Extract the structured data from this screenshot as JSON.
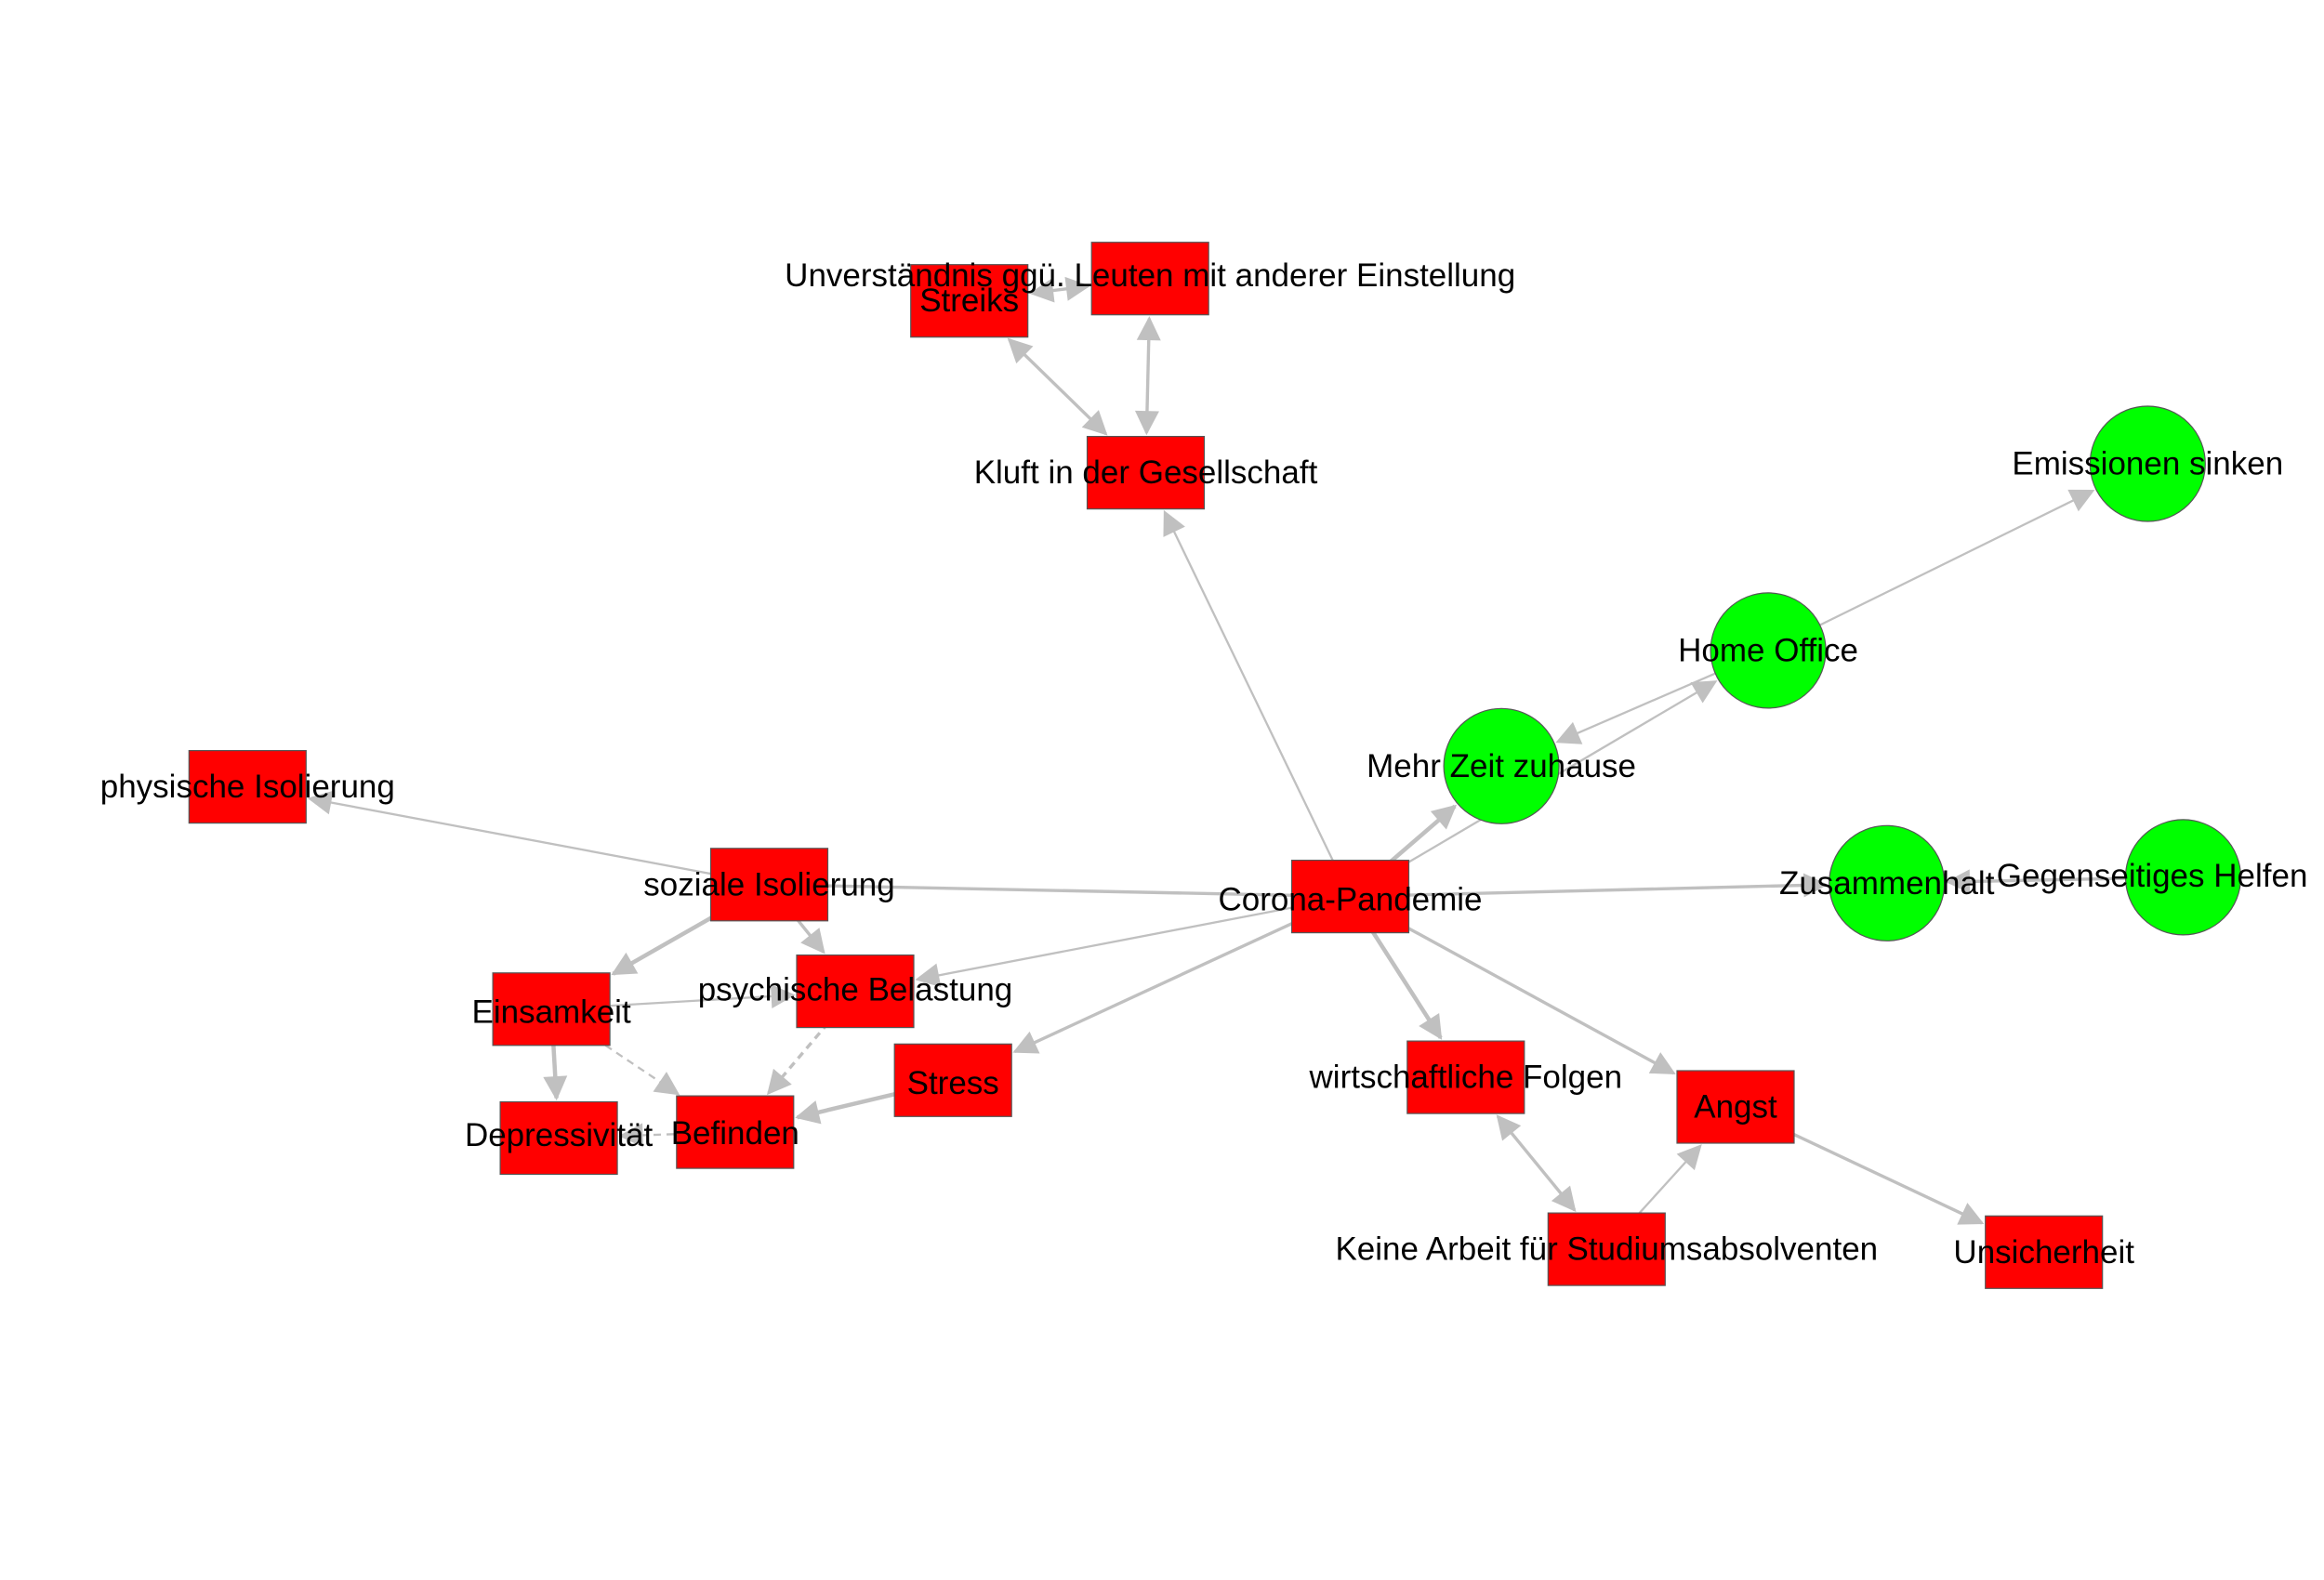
{
  "colors": {
    "negative": "#ff0000",
    "positive": "#00ff00",
    "edge": "#c0c0c0",
    "label": "#000000"
  },
  "nodes": [
    {
      "id": "corona",
      "label": "Corona-Pandemie",
      "shape": "square",
      "valence": "negative"
    },
    {
      "id": "kluft",
      "label": "Kluft in der Gesellschaft",
      "shape": "square",
      "valence": "negative"
    },
    {
      "id": "streiks",
      "label": "Streiks",
      "shape": "square",
      "valence": "negative"
    },
    {
      "id": "unverst",
      "label": "Unverständnis ggü. Leuten mit anderer Einstellung",
      "shape": "square",
      "valence": "negative"
    },
    {
      "id": "emissionen",
      "label": "Emissionen sinken",
      "shape": "circle",
      "valence": "positive"
    },
    {
      "id": "homeoffice",
      "label": "Home Office",
      "shape": "circle",
      "valence": "positive"
    },
    {
      "id": "mehrzeit",
      "label": "Mehr Zeit zuhause",
      "shape": "circle",
      "valence": "positive"
    },
    {
      "id": "zusammenhalt",
      "label": "Zusammenhalt",
      "shape": "circle",
      "valence": "positive"
    },
    {
      "id": "gegenseitig",
      "label": "Gegenseitiges Helfen",
      "shape": "circle",
      "valence": "positive"
    },
    {
      "id": "physisch",
      "label": "physische Isolierung",
      "shape": "square",
      "valence": "negative"
    },
    {
      "id": "sozial",
      "label": "soziale Isolierung",
      "shape": "square",
      "valence": "negative"
    },
    {
      "id": "psychisch",
      "label": "psychische Belastung",
      "shape": "square",
      "valence": "negative"
    },
    {
      "id": "einsamkeit",
      "label": "Einsamkeit",
      "shape": "square",
      "valence": "negative"
    },
    {
      "id": "depressiv",
      "label": "Depressivität",
      "shape": "square",
      "valence": "negative"
    },
    {
      "id": "befinden",
      "label": "Befinden",
      "shape": "square",
      "valence": "negative"
    },
    {
      "id": "stress",
      "label": "Stress",
      "shape": "square",
      "valence": "negative"
    },
    {
      "id": "wirtschaft",
      "label": "wirtschaftliche Folgen",
      "shape": "square",
      "valence": "negative"
    },
    {
      "id": "angst",
      "label": "Angst",
      "shape": "square",
      "valence": "negative"
    },
    {
      "id": "keinearbeit",
      "label": "Keine Arbeit für Studiumsabsolventen",
      "shape": "square",
      "valence": "negative"
    },
    {
      "id": "unsicherheit",
      "label": "Unsicherheit",
      "shape": "square",
      "valence": "negative"
    }
  ],
  "edges": [
    {
      "from": "corona",
      "to": "kluft",
      "weight": 1,
      "style": "solid"
    },
    {
      "from": "kluft",
      "to": "streiks",
      "weight": 2,
      "style": "solid",
      "bidirectional": true
    },
    {
      "from": "kluft",
      "to": "unverst",
      "weight": 2,
      "style": "solid",
      "bidirectional": true
    },
    {
      "from": "streiks",
      "to": "unverst",
      "weight": 2,
      "style": "solid",
      "bidirectional": true
    },
    {
      "from": "homeoffice",
      "to": "emissionen",
      "weight": 1,
      "style": "solid"
    },
    {
      "from": "homeoffice",
      "to": "mehrzeit",
      "weight": 1,
      "style": "solid"
    },
    {
      "from": "corona",
      "to": "homeoffice",
      "weight": 1,
      "style": "solid"
    },
    {
      "from": "corona",
      "to": "mehrzeit",
      "weight": 3,
      "style": "solid"
    },
    {
      "from": "corona",
      "to": "zusammenhalt",
      "weight": 2,
      "style": "solid"
    },
    {
      "from": "gegenseitig",
      "to": "zusammenhalt",
      "weight": 2,
      "style": "solid"
    },
    {
      "from": "sozial",
      "to": "physisch",
      "weight": 1,
      "style": "solid"
    },
    {
      "from": "corona",
      "to": "sozial",
      "weight": 2,
      "style": "solid",
      "arrow": false
    },
    {
      "from": "corona",
      "to": "psychisch",
      "weight": 1,
      "style": "solid"
    },
    {
      "from": "corona",
      "to": "stress",
      "weight": 2,
      "style": "solid"
    },
    {
      "from": "corona",
      "to": "wirtschaft",
      "weight": 3,
      "style": "solid"
    },
    {
      "from": "corona",
      "to": "angst",
      "weight": 2,
      "style": "solid"
    },
    {
      "from": "sozial",
      "to": "einsamkeit",
      "weight": 3,
      "style": "solid"
    },
    {
      "from": "sozial",
      "to": "psychisch",
      "weight": 2,
      "style": "solid"
    },
    {
      "from": "einsamkeit",
      "to": "psychisch",
      "weight": 1,
      "style": "solid"
    },
    {
      "from": "einsamkeit",
      "to": "depressiv",
      "weight": 3,
      "style": "solid"
    },
    {
      "from": "einsamkeit",
      "to": "befinden",
      "weight": 1,
      "style": "dashed"
    },
    {
      "from": "psychisch",
      "to": "befinden",
      "weight": 2,
      "style": "dashed"
    },
    {
      "from": "stress",
      "to": "befinden",
      "weight": 3,
      "style": "solid"
    },
    {
      "from": "befinden",
      "to": "depressiv",
      "weight": 1,
      "style": "dashed"
    },
    {
      "from": "wirtschaft",
      "to": "keinearbeit",
      "weight": 2,
      "style": "solid",
      "bidirectional": true
    },
    {
      "from": "keinearbeit",
      "to": "angst",
      "weight": 1,
      "style": "solid"
    },
    {
      "from": "angst",
      "to": "unsicherheit",
      "weight": 2,
      "style": "solid"
    }
  ]
}
